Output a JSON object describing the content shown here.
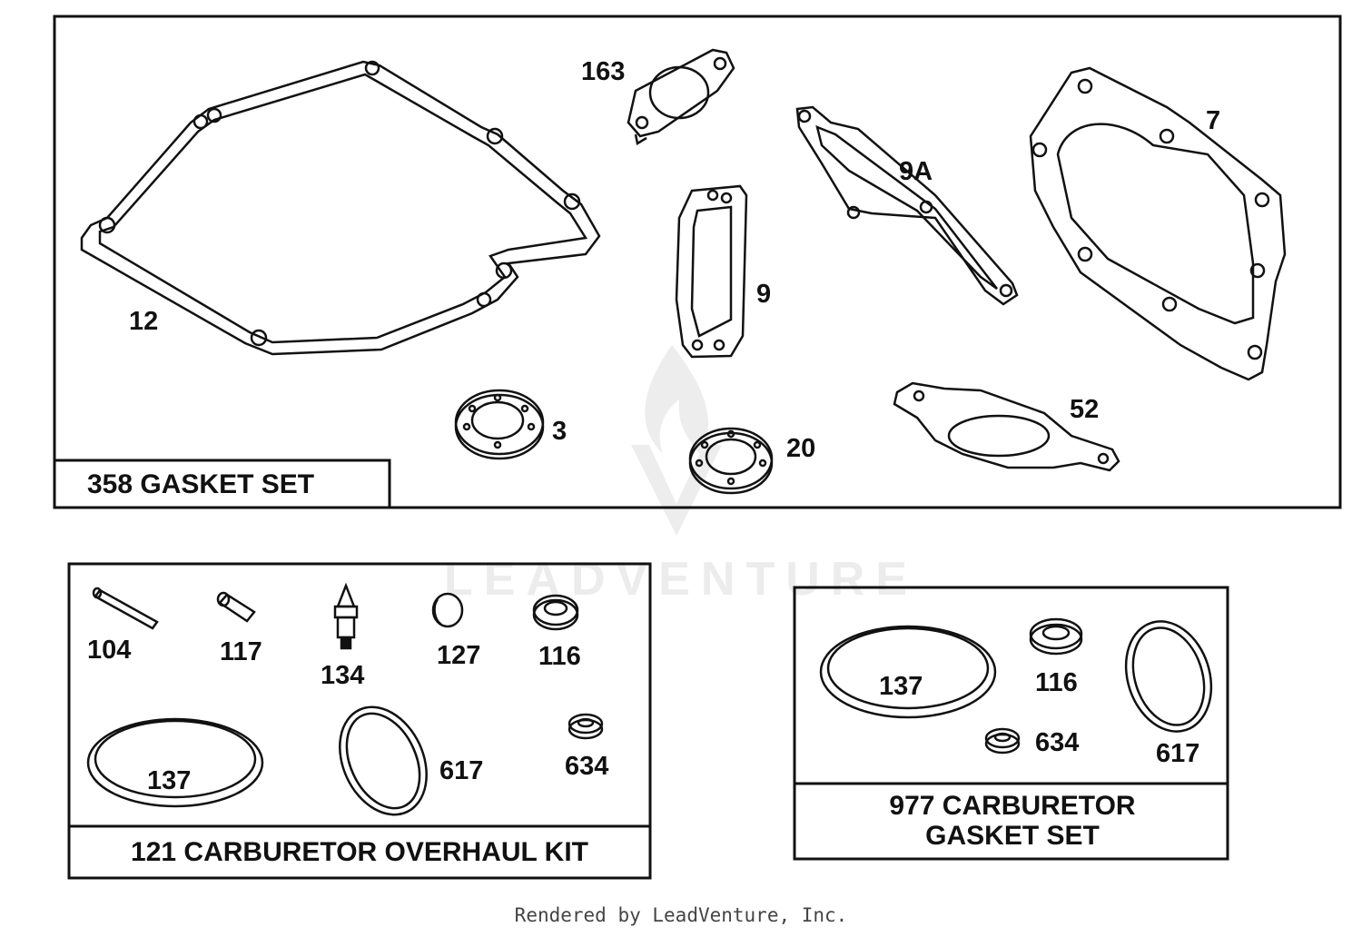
{
  "gasket_set": {
    "title": "358 GASKET SET",
    "labels": {
      "p12": "12",
      "p163": "163",
      "p9": "9",
      "p9a": "9A",
      "p7": "7",
      "p3": "3",
      "p20": "20",
      "p52": "52"
    }
  },
  "overhaul_kit": {
    "title": "121 CARBURETOR OVERHAUL KIT",
    "labels": {
      "p104": "104",
      "p117": "117",
      "p134": "134",
      "p127": "127",
      "p116": "116",
      "p137": "137",
      "p617": "617",
      "p634": "634"
    }
  },
  "carb_gasket_set": {
    "title_line1": "977 CARBURETOR",
    "title_line2": "GASKET SET",
    "labels": {
      "p137": "137",
      "p116": "116",
      "p634": "634",
      "p617": "617"
    }
  },
  "watermark": "LEADVENTURE",
  "footer": "Rendered by LeadVenture, Inc."
}
